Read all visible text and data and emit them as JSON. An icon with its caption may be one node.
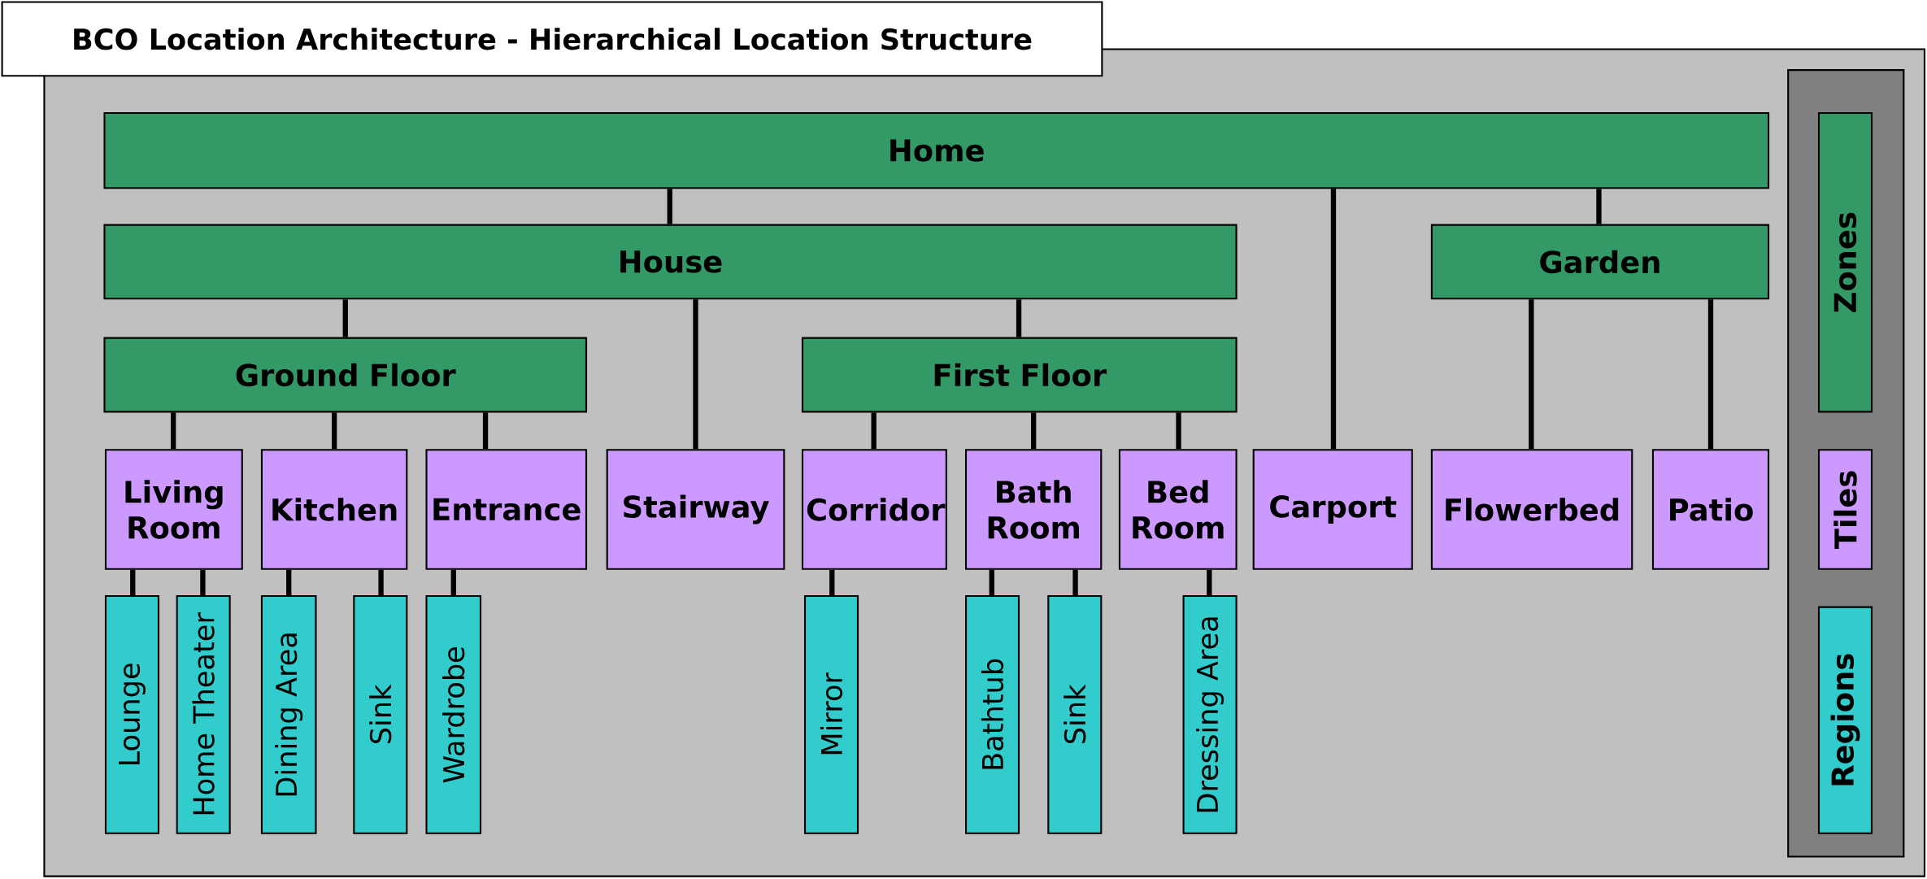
{
  "diagram": {
    "title": "BCO Location Architecture - Hierarchical Location Structure",
    "nodes": [
      {
        "text": [
          "Home"
        ]
      },
      {
        "text": [
          "House"
        ]
      },
      {
        "text": [
          "Garden"
        ]
      },
      {
        "text": [
          "Ground Floor"
        ]
      },
      {
        "text": [
          "First Floor"
        ]
      },
      {
        "text": [
          "Living Room"
        ]
      },
      {
        "text": [
          "Kitchen"
        ]
      },
      {
        "text": [
          "Entrance"
        ]
      },
      {
        "text": [
          "Stairway"
        ]
      },
      {
        "text": [
          "Corridor"
        ]
      },
      {
        "text": [
          "Bath Room"
        ]
      },
      {
        "text": [
          "Bed Room"
        ]
      },
      {
        "text": [
          "Carport"
        ]
      },
      {
        "text": [
          "Flowerbed"
        ]
      },
      {
        "text": [
          "Patio"
        ]
      },
      {
        "text": [
          "Lounge"
        ]
      },
      {
        "text": [
          "Home Theater"
        ]
      },
      {
        "text": [
          "Dining Area"
        ]
      },
      {
        "text": [
          "Sink"
        ]
      },
      {
        "text": [
          "Wardrobe"
        ]
      },
      {
        "text": [
          "Mirror"
        ]
      },
      {
        "text": [
          "Bathtub"
        ]
      },
      {
        "text": [
          "Sink"
        ]
      },
      {
        "text": [
          "Dressing Area"
        ]
      }
    ],
    "edges": [
      {
        "from": 0,
        "to": 1,
        "arrow": "none"
      },
      {
        "from": 0,
        "to": 12,
        "arrow": "none"
      },
      {
        "from": 0,
        "to": 2,
        "arrow": "none"
      },
      {
        "from": 1,
        "to": 3,
        "arrow": "none"
      },
      {
        "from": 1,
        "to": 8,
        "arrow": "none"
      },
      {
        "from": 1,
        "to": 4,
        "arrow": "none"
      },
      {
        "from": 2,
        "to": 13,
        "arrow": "none"
      },
      {
        "from": 2,
        "to": 14,
        "arrow": "none"
      },
      {
        "from": 3,
        "to": 5,
        "arrow": "none"
      },
      {
        "from": 3,
        "to": 6,
        "arrow": "none"
      },
      {
        "from": 3,
        "to": 7,
        "arrow": "none"
      },
      {
        "from": 4,
        "to": 9,
        "arrow": "none"
      },
      {
        "from": 4,
        "to": 10,
        "arrow": "none"
      },
      {
        "from": 4,
        "to": 11,
        "arrow": "none"
      },
      {
        "from": 5,
        "to": 15,
        "arrow": "none"
      },
      {
        "from": 5,
        "to": 16,
        "arrow": "none"
      },
      {
        "from": 6,
        "to": 17,
        "arrow": "none"
      },
      {
        "from": 6,
        "to": 18,
        "arrow": "none"
      },
      {
        "from": 7,
        "to": 19,
        "arrow": "none"
      },
      {
        "from": 9,
        "to": 20,
        "arrow": "none"
      },
      {
        "from": 10,
        "to": 21,
        "arrow": "none"
      },
      {
        "from": 10,
        "to": 22,
        "arrow": "none"
      },
      {
        "from": 11,
        "to": 23,
        "arrow": "none"
      }
    ],
    "legend": [
      {
        "text": "Zones",
        "color": "#339966"
      },
      {
        "text": "Tiles",
        "color": "#cc99ff"
      },
      {
        "text": "Regions",
        "color": "#33cccc"
      }
    ]
  }
}
